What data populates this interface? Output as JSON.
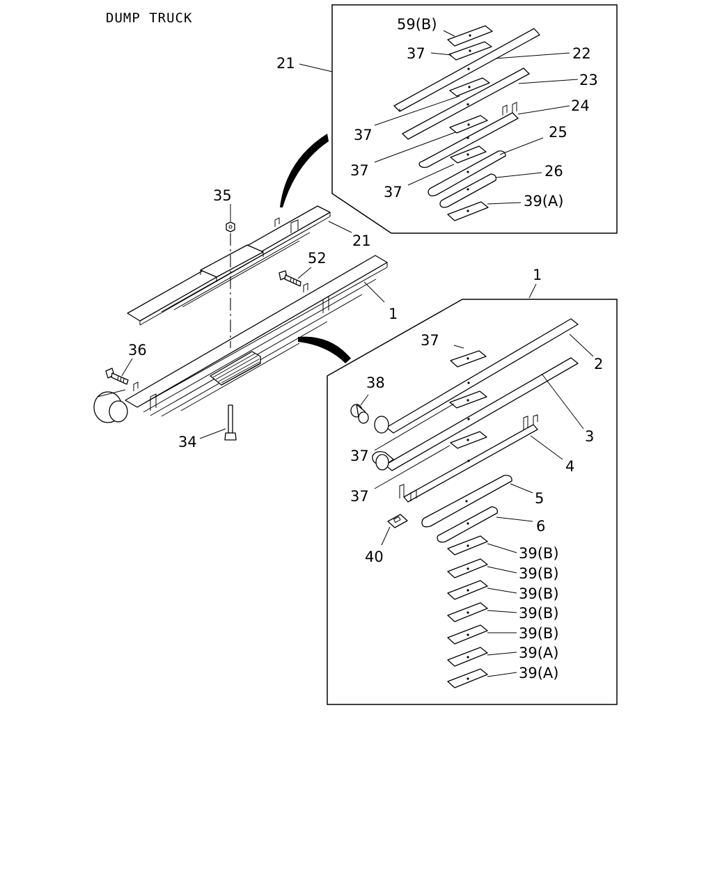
{
  "title": "DUMP TRUCK",
  "labels": {
    "l59b": "59(B)",
    "l37_top": "37",
    "l22": "22",
    "l21_box": "21",
    "l23": "23",
    "l37_a": "37",
    "l24": "24",
    "l37_b": "37",
    "l25": "25",
    "l37_c": "37",
    "l26": "26",
    "l39a_top": "39(A)",
    "l35": "35",
    "l21": "21",
    "l52": "52",
    "l1": "1",
    "l36": "36",
    "l34": "34",
    "l1_box": "1",
    "l37_d": "37",
    "l2": "2",
    "l38": "38",
    "l3": "3",
    "l37_e": "37",
    "l4": "4",
    "l37_f": "37",
    "l5": "5",
    "l6": "6",
    "l40": "40",
    "l39b_1": "39(B)",
    "l39b_2": "39(B)",
    "l39b_3": "39(B)",
    "l39b_4": "39(B)",
    "l39b_5": "39(B)",
    "l39a_1": "39(A)",
    "l39a_2": "39(A)"
  }
}
